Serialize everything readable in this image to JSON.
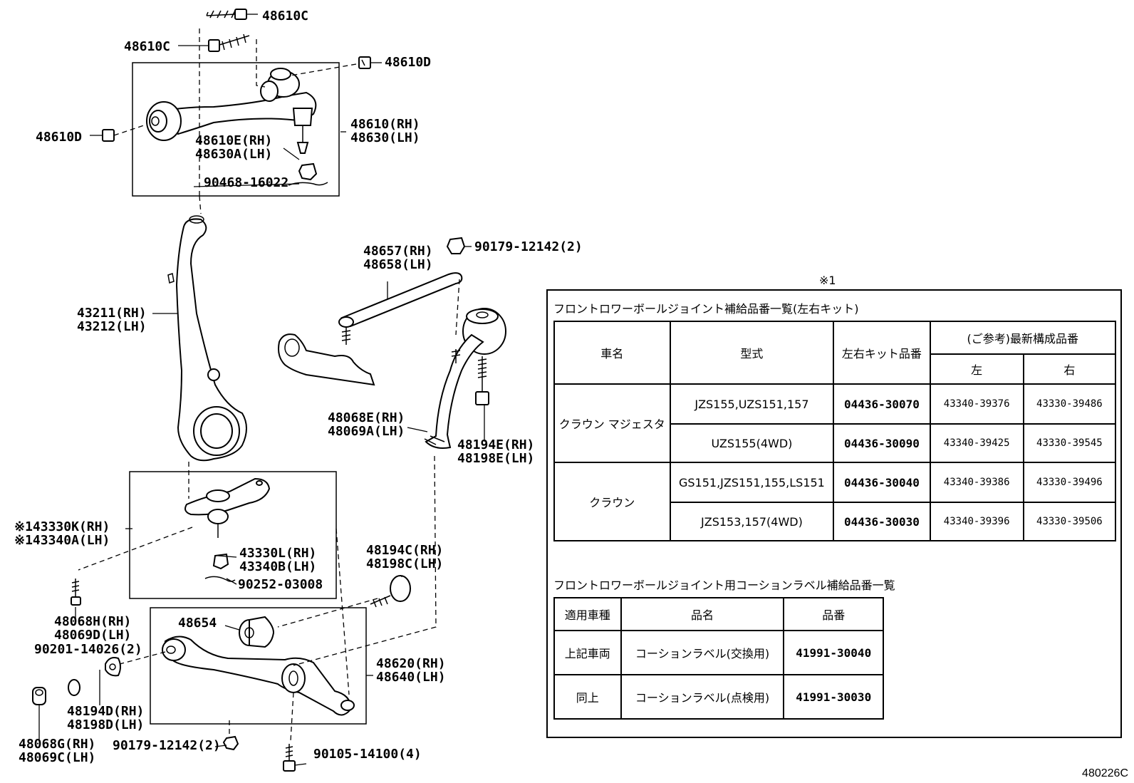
{
  "labels": {
    "l01": "48610C",
    "l02": "48610C",
    "l03": "48610D",
    "l04": "48610D",
    "l05": "48610(RH)",
    "l06": "48630(LH)",
    "l07": "48610E(RH)",
    "l08": "48630A(LH)",
    "l09": "90468-16022",
    "l10": "43211(RH)",
    "l11": "43212(LH)",
    "l12": "48657(RH)",
    "l13": "48658(LH)",
    "l14": "90179-12142(2)",
    "l15": "48068E(RH)",
    "l16": "48069A(LH)",
    "l17": "48194E(RH)",
    "l18": "48198E(LH)",
    "l19": "※143330K(RH)",
    "l20": "※143340A(LH)",
    "l21": "43330L(RH)",
    "l22": "43340B(LH)",
    "l23": "90252-03008",
    "l24": "48194C(RH)",
    "l25": "48198C(LH)",
    "l26": "48068H(RH)",
    "l27": "48069D(LH)",
    "l28": "90201-14026(2)",
    "l29": "48654",
    "l30": "48620(RH)",
    "l31": "48640(LH)",
    "l32": "48194D(RH)",
    "l33": "48198D(LH)",
    "l34": "48068G(RH)",
    "l35": "48069C(LH)",
    "l36": "90179-12142(2)",
    "l37": "90105-14100(4)"
  },
  "table_note_mark": "※1",
  "table1": {
    "title": "フロントロワーボールジョイント補給品番一覧(左右キット)",
    "headers": {
      "vehicle": "車名",
      "model": "型式",
      "kit": "左右キット品番",
      "ref": "(ご参考)最新構成品番",
      "left": "左",
      "right": "右"
    },
    "groups": [
      {
        "vehicle": "クラウン マジェスタ",
        "rows": [
          {
            "model": "JZS155,UZS151,157",
            "kit": "04436-30070",
            "left": "43340-39376",
            "right": "43330-39486"
          },
          {
            "model": "UZS155(4WD)",
            "kit": "04436-30090",
            "left": "43340-39425",
            "right": "43330-39545"
          }
        ]
      },
      {
        "vehicle": "クラウン",
        "rows": [
          {
            "model": "GS151,JZS151,155,LS151",
            "kit": "04436-30040",
            "left": "43340-39386",
            "right": "43330-39496"
          },
          {
            "model": "JZS153,157(4WD)",
            "kit": "04436-30030",
            "left": "43340-39396",
            "right": "43330-39506"
          }
        ]
      }
    ]
  },
  "table2": {
    "title": "フロントロワーボールジョイント用コーションラベル補給品番一覧",
    "headers": {
      "applicable": "適用車種",
      "name": "品名",
      "number": "品番"
    },
    "rows": [
      {
        "applicable": "上記車両",
        "name": "コーションラベル(交換用)",
        "number": "41991-30040"
      },
      {
        "applicable": "同上",
        "name": "コーションラベル(点検用)",
        "number": "41991-30030"
      }
    ]
  },
  "catalog_code": "480226C"
}
